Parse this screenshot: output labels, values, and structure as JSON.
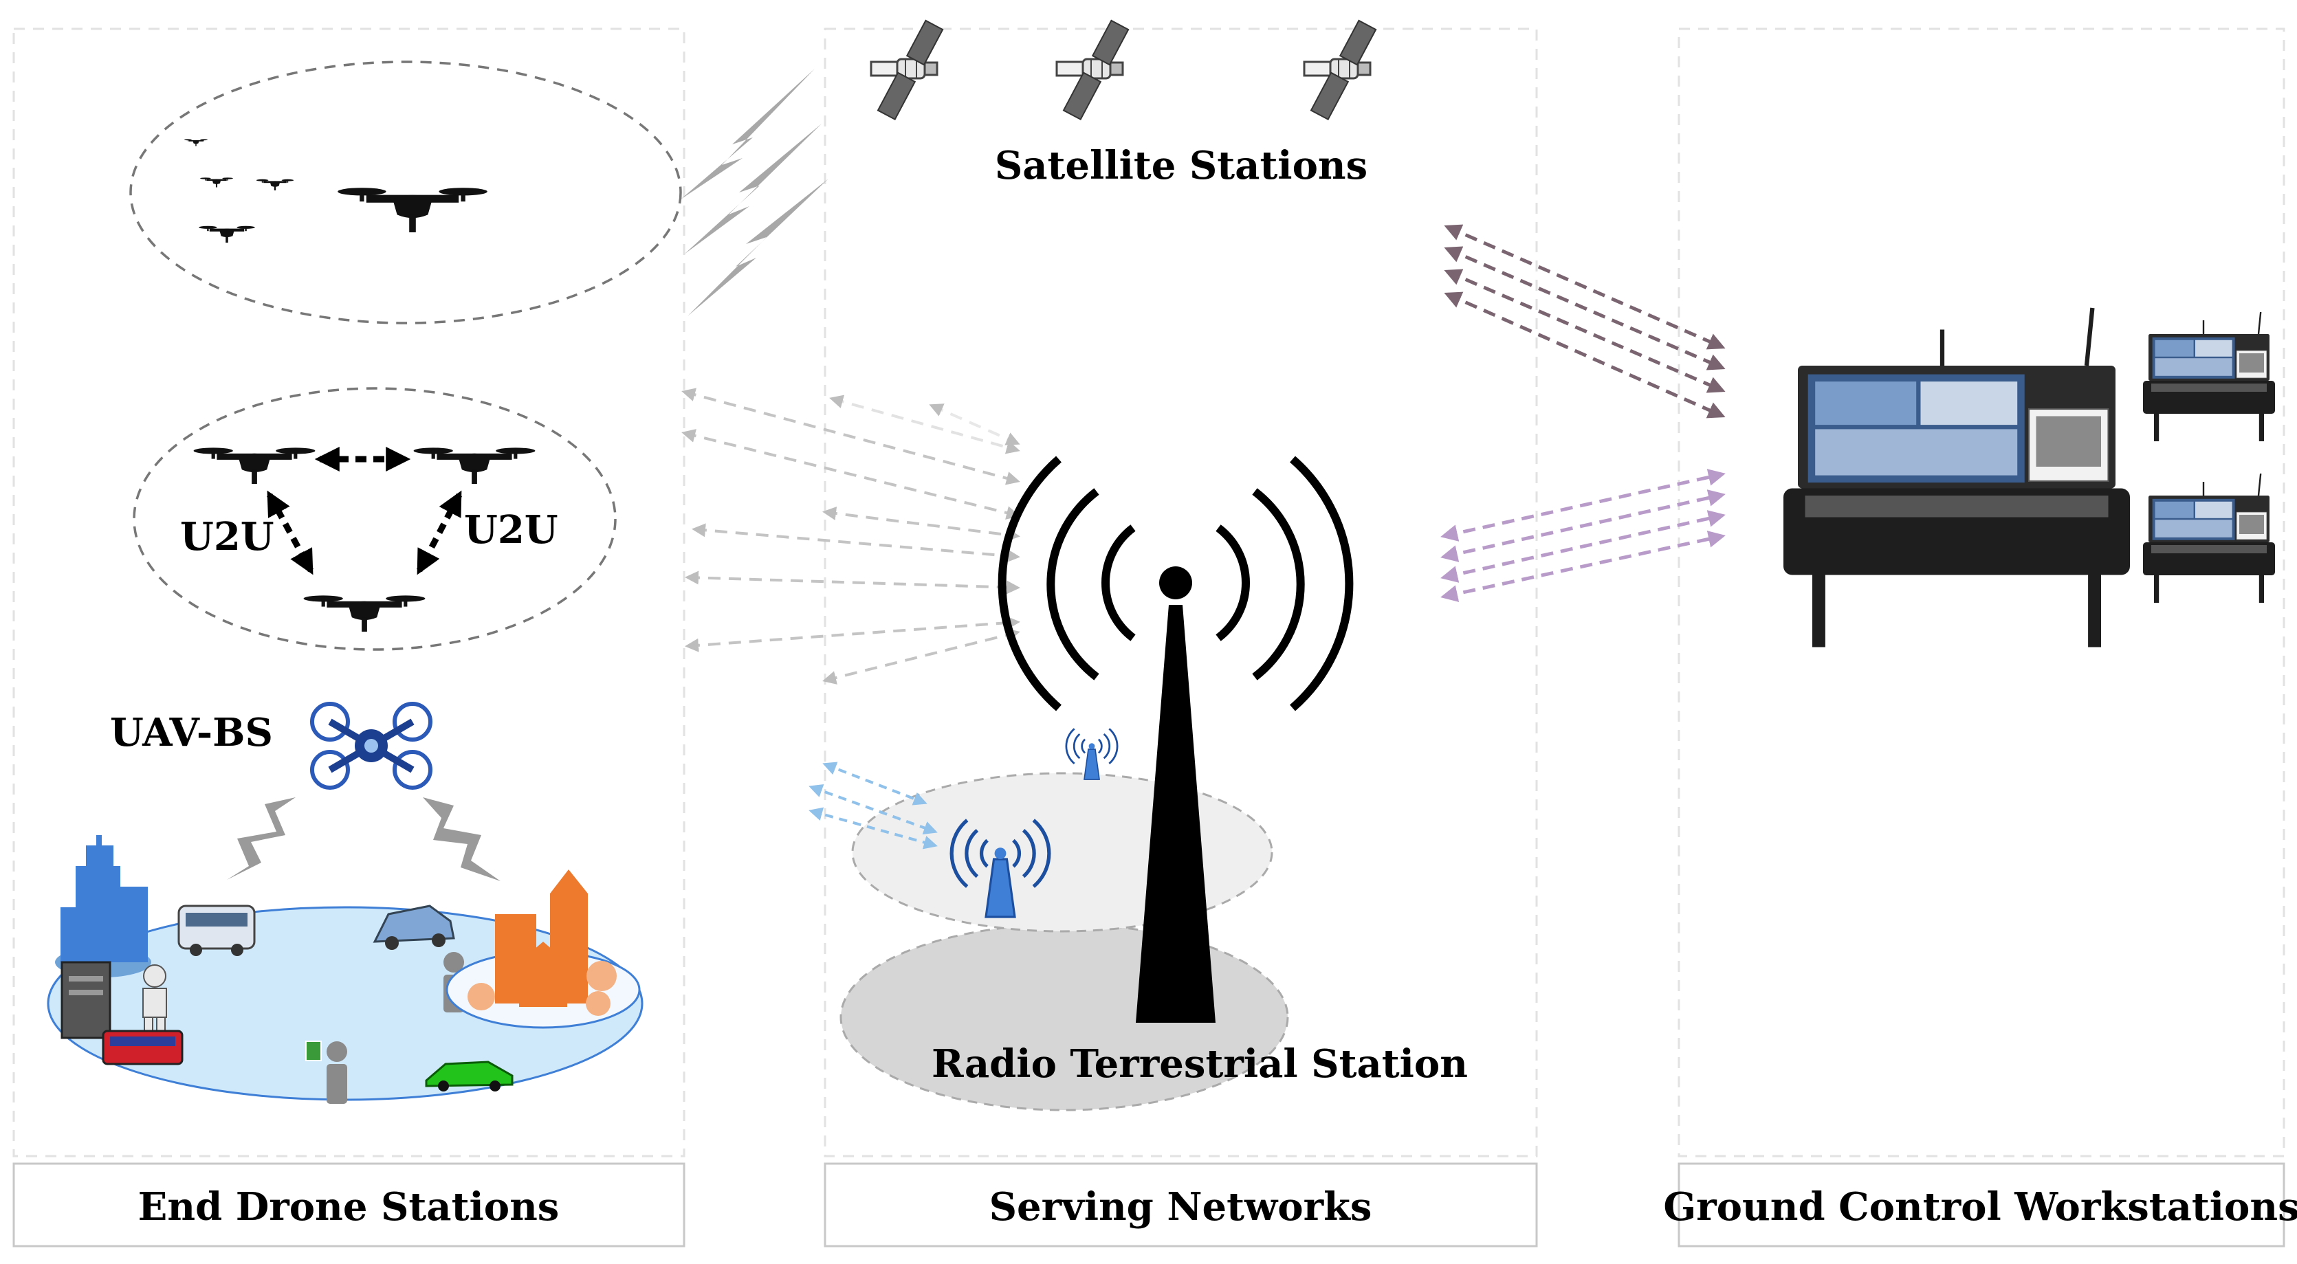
{
  "panels": {
    "end_drone": "End Drone Stations",
    "serving": "Serving Networks",
    "ground": "Ground Control Workstations"
  },
  "labels": {
    "satellite": "Satellite Stations",
    "radio": "Radio Terrestrial Station",
    "u2u_left": "U2U",
    "u2u_right": "U2U",
    "uav_bs": "UAV-BS"
  },
  "colors": {
    "satellite_link": "#7a6470",
    "ground_link": "#b99bc9",
    "drone_link": "#bdbdbd",
    "uav_link": "#8fc1ea",
    "antenna_blue": "#3f7fd6",
    "city_disk": "#cfe9fb",
    "building_blue": "#3f7fd6",
    "building_orange": "#ee7a2d",
    "tower": "#000000",
    "lightning": "#9a9a9a"
  }
}
